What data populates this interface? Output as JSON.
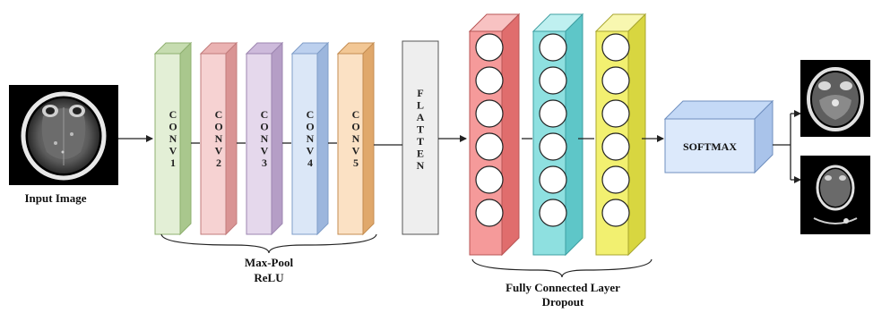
{
  "input": {
    "label": "Input Image"
  },
  "conv_layers": [
    {
      "label": "CONV1",
      "front": "#e3efd6",
      "top": "#c6dcb0",
      "side": "#a9c78d",
      "stroke": "#8fb070"
    },
    {
      "label": "CONV2",
      "front": "#f6d2d2",
      "top": "#eab2b2",
      "side": "#d99494",
      "stroke": "#c27c7c"
    },
    {
      "label": "CONV3",
      "front": "#e5d8ec",
      "top": "#cdbadb",
      "side": "#b59ec6",
      "stroke": "#9d86b0"
    },
    {
      "label": "CONV4",
      "front": "#dbe7f7",
      "top": "#bcd0ee",
      "side": "#9cb6dd",
      "stroke": "#7f9dc8"
    },
    {
      "label": "CONV5",
      "front": "#fbe1c4",
      "top": "#f2c795",
      "side": "#e0a86b",
      "stroke": "#c48d52"
    }
  ],
  "conv_group_label": [
    "Max-Pool",
    "ReLU"
  ],
  "flatten": {
    "label": "FLATTEN",
    "fill": "#eeeeee",
    "stroke": "#555555"
  },
  "fc_layers": [
    {
      "front": "#f59a9a",
      "top": "#f8c2c2",
      "side": "#e06d6d",
      "stroke": "#b85555"
    },
    {
      "front": "#8ee0e0",
      "top": "#bff0f0",
      "side": "#5ec6c8",
      "stroke": "#3f9fa2"
    },
    {
      "front": "#f2f070",
      "top": "#f8f7b0",
      "side": "#d8d640",
      "stroke": "#a8a630"
    }
  ],
  "fc_group_label": [
    "Fully Connected Layer",
    "Dropout"
  ],
  "softmax": {
    "label": "SOFTMAX",
    "front": "#dce9fb",
    "top": "#c4d9f6",
    "side": "#a9c3ea",
    "stroke": "#6f8fbf"
  },
  "outputs": [
    {
      "id": "output-image-1"
    },
    {
      "id": "output-image-2"
    }
  ]
}
